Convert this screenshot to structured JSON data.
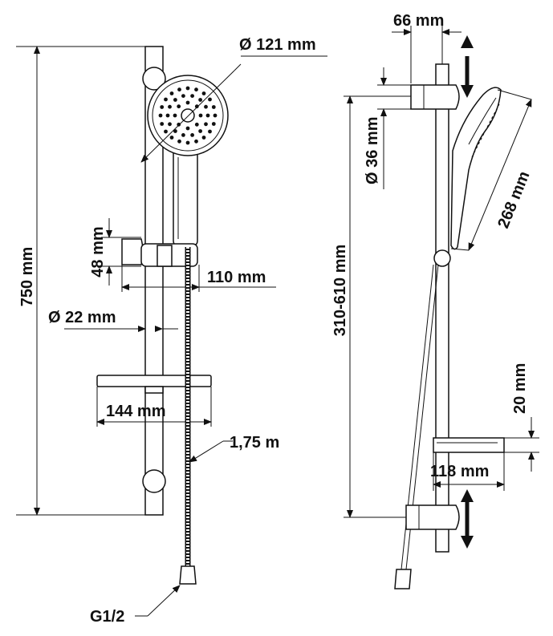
{
  "front_view": {
    "height_label": "750 mm",
    "head_diameter_label": "Ø 121 mm",
    "holder_height_label": "48 mm",
    "holder_depth_label": "110 mm",
    "bar_diameter_label": "Ø 22 mm",
    "soap_dish_width_label": "144 mm",
    "hose_length_label": "1,75 m",
    "connection_label": "G1/2"
  },
  "side_view": {
    "holder_projection_label": "66 mm",
    "holder_diameter_label": "Ø 36 mm",
    "slide_range_label": "310-610 mm",
    "handset_length_label": "268 mm",
    "dish_height_label": "20 mm",
    "dish_depth_label": "118 mm"
  }
}
